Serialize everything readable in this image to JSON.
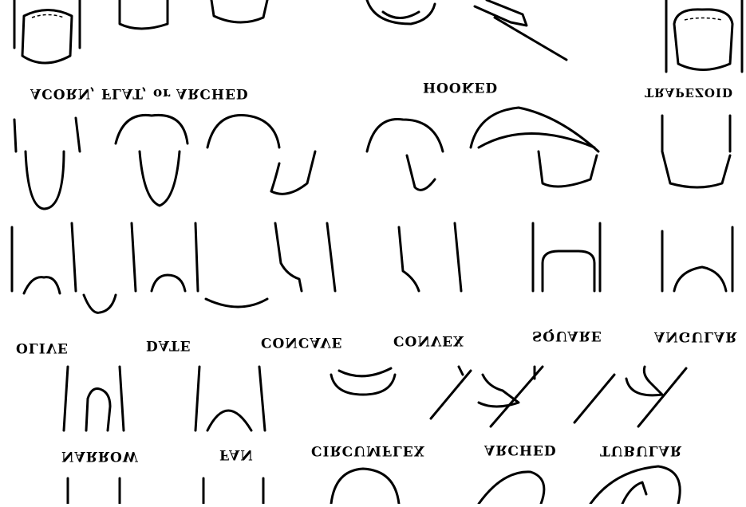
{
  "labels": {
    "acorn_flat_arched": "ACORN, FLAT, or ARCHED",
    "hooked": "HOOKED",
    "trapezoid": "TRAPEZOID",
    "olive": "OLIVE",
    "date": "DATE",
    "concave": "CONCAVE",
    "convex": "CONVEX",
    "square": "SQUARE",
    "angular": "ANGULAR",
    "narrow": "NARROW",
    "fan": "FAN",
    "circumflex": "CIRCUMFLEX",
    "arched": "ARCHED",
    "tubular": "TUBULAR"
  }
}
